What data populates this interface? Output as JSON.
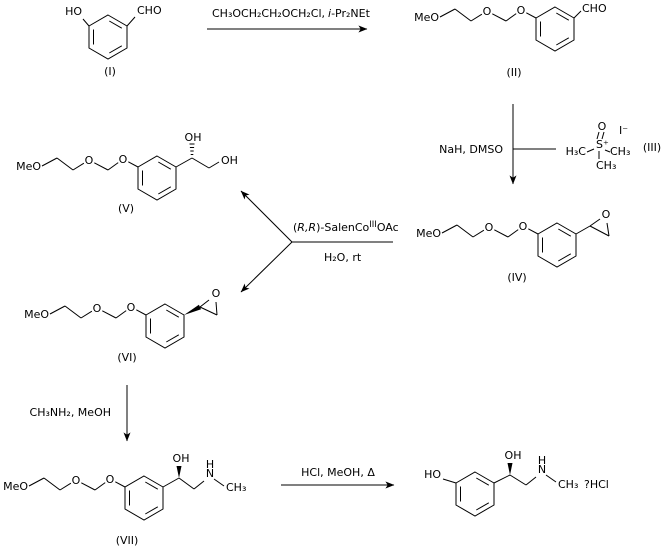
{
  "scheme": {
    "c1": {
      "label": "(I)",
      "ho": "HO",
      "cho": "CHO"
    },
    "s1": {
      "r1": "CH₃OCH₂CH₂OCH₂Cl,",
      "r2": "i",
      "r3": "-Pr₂NEt"
    },
    "c2": {
      "label": "(II)",
      "meo": "MeO",
      "o1": "O",
      "o2": "O",
      "cho": "CHO"
    },
    "s2": {
      "reagents": "NaH, DMSO"
    },
    "c3": {
      "label": "(III)",
      "o": "O",
      "s": "S⁺",
      "iodide": "I⁻",
      "me_left": "H₃C",
      "me_right": "CH₃",
      "me_bottom": "CH₃"
    },
    "c4": {
      "label": "(IV)",
      "meo": "MeO",
      "o1": "O",
      "o2": "O",
      "ep_o": "O"
    },
    "s3": {
      "p1": "(",
      "p2": "R,R",
      "p3": ")-SalenCo",
      "p4": "III",
      "p5": "OAc",
      "solvent": "H₂O, rt"
    },
    "c5": {
      "label": "(V)",
      "meo": "MeO",
      "o1": "O",
      "o2": "O",
      "oh_top": "OH",
      "oh_end": "OH"
    },
    "c6": {
      "label": "(VI)",
      "meo": "MeO",
      "o1": "O",
      "o2": "O",
      "ep_o": "O"
    },
    "s4": {
      "reagents": "CH₃NH₂, MeOH"
    },
    "c7": {
      "label": "(VII)",
      "meo": "MeO",
      "o1": "O",
      "o2": "O",
      "oh": "OH",
      "n": "N",
      "h": "H",
      "ch3": "CH₃"
    },
    "s5": {
      "reagents": "HCl, MeOH, Δ"
    },
    "c8": {
      "ho": "HO",
      "oh": "OH",
      "n": "N",
      "h": "H",
      "ch3": "CH₃",
      "salt": "?HCl"
    }
  }
}
